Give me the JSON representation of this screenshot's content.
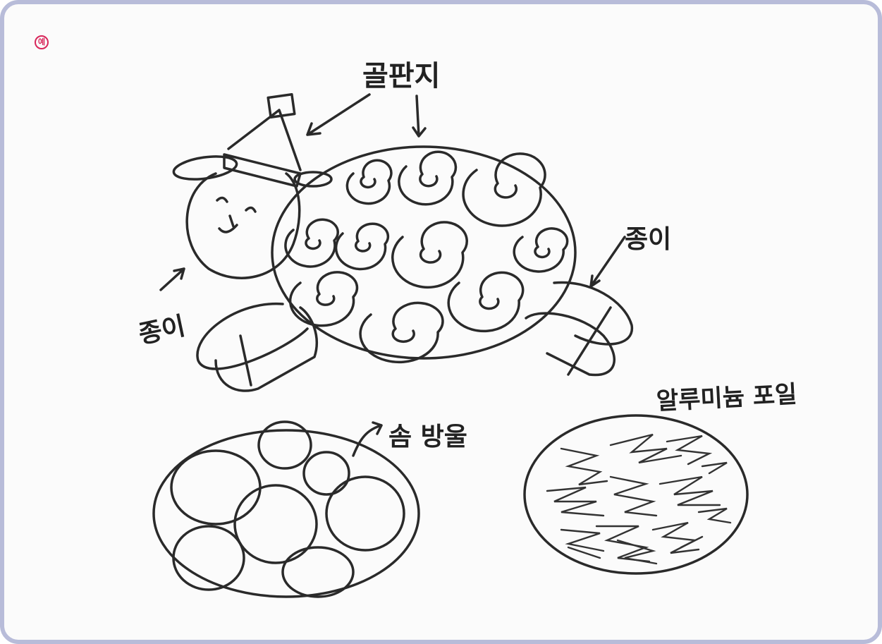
{
  "badge_label": "예",
  "labels": {
    "corrugated_paper": "골판지",
    "paper_left": "종이",
    "paper_right": "종이",
    "cotton_balls": "솜 방울",
    "aluminum_foil": "알루미늄 포일"
  }
}
